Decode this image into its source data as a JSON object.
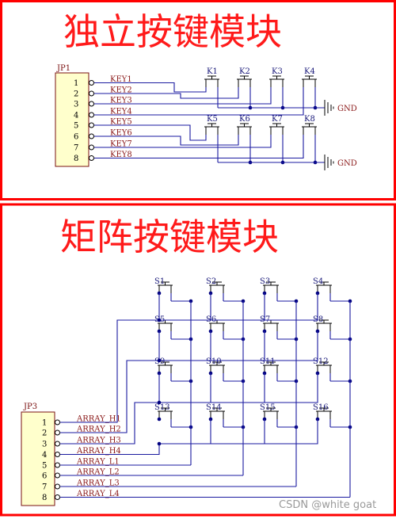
{
  "section1": {
    "title": "独立按键模块",
    "connector": "JP1",
    "pins": [
      "1",
      "2",
      "3",
      "4",
      "5",
      "6",
      "7",
      "8"
    ],
    "nets": [
      "KEY1",
      "KEY2",
      "KEY3",
      "KEY4",
      "KEY5",
      "KEY6",
      "KEY7",
      "KEY8"
    ],
    "switches": [
      "K1",
      "K2",
      "K3",
      "K4",
      "K5",
      "K6",
      "K7",
      "K8"
    ],
    "gnd": [
      "GND",
      "GND"
    ]
  },
  "section2": {
    "title": "矩阵按键模块",
    "connector": "JP3",
    "pins": [
      "1",
      "2",
      "3",
      "4",
      "5",
      "6",
      "7",
      "8"
    ],
    "nets": [
      "ARRAY_H1",
      "ARRAY_H2",
      "ARRAY_H3",
      "ARRAY_H4",
      "ARRAY_L1",
      "ARRAY_L2",
      "ARRAY_L3",
      "ARRAY_L4"
    ],
    "switches": [
      "S1",
      "S2",
      "S3",
      "S4",
      "S5",
      "S6",
      "S7",
      "S8",
      "S9",
      "S10",
      "S11",
      "S12",
      "S13",
      "S14",
      "S15",
      "S16"
    ]
  },
  "watermark": "CSDN @white goat",
  "colors": {
    "border": "#ff0000",
    "title": "#ff1a1a",
    "wire": "#1a1aa0"
  }
}
